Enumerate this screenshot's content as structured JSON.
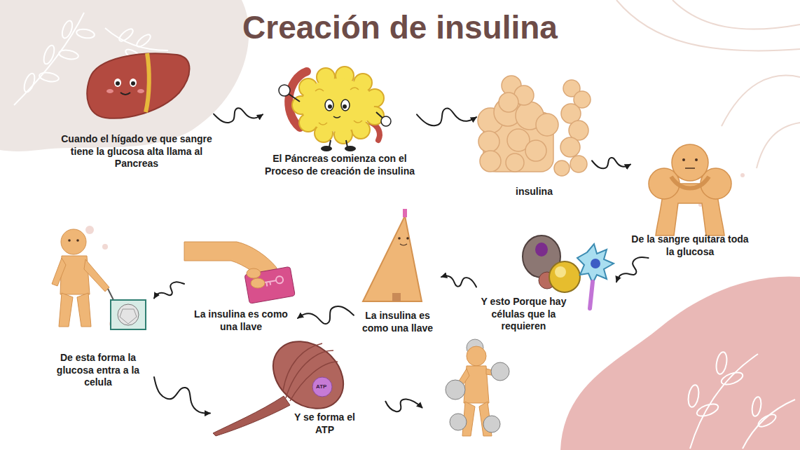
{
  "diagram": {
    "title": "Creación de insulina",
    "nodes": [
      {
        "text": [
          "Cuando el hígado ve que sangre tiene la glucosa alta llama al Pancreas"
        ]
      },
      {
        "text": [
          "El Páncreas comienza con el Proceso de creación de insulina"
        ]
      },
      {
        "text": [
          "insulina"
        ]
      },
      {
        "text": [
          "De la sangre quitara toda la glucosa"
        ]
      },
      {
        "text": [
          "Y esto Porque hay células que la requieren"
        ]
      },
      {
        "text": [
          "La insulina es como una llave"
        ]
      },
      {
        "text": [
          "La insulina es como una llave"
        ]
      },
      {
        "text": [
          "De esta forma la glucosa entra a la celula"
        ]
      },
      {
        "text": [
          "Y se forma el ATP"
        ]
      }
    ],
    "edges": [
      {
        "from": 0,
        "to": 1,
        "arrow": "to"
      },
      {
        "from": 1,
        "to": 2,
        "arrow": "to"
      },
      {
        "from": 2,
        "to": 3,
        "arrow": "to"
      },
      {
        "from": 3,
        "to": 4,
        "arrow": "to"
      },
      {
        "from": 4,
        "to": 5,
        "arrow": "to"
      },
      {
        "from": 5,
        "to": 6,
        "arrow": "to"
      },
      {
        "from": 6,
        "to": 7,
        "arrow": "to"
      },
      {
        "from": 7,
        "to": 8,
        "arrow": "to"
      }
    ],
    "labels": [
      "ATP"
    ]
  }
}
